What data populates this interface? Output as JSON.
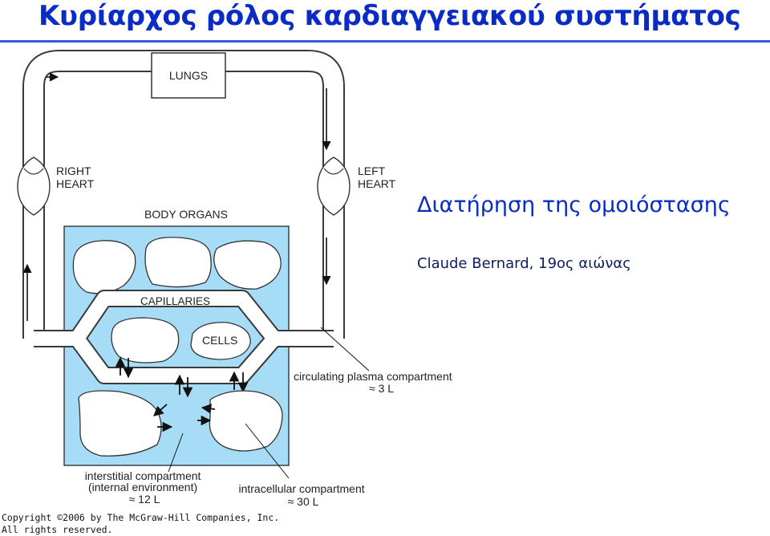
{
  "slide": {
    "title": "Κυρίαρχος ρόλος καρδιαγγειακού συστήματος",
    "subtitle": "Διατήρηση της ομοιόστασης",
    "note": "Claude Bernard, 19ος αιώνας"
  },
  "diagram": {
    "lungs": "LUNGS",
    "right_heart": [
      "RIGHT",
      "HEART"
    ],
    "left_heart": [
      "LEFT",
      "HEART"
    ],
    "body_organs": "BODY ORGANS",
    "capillaries": "CAPILLARIES",
    "cells": "CELLS",
    "plasma": [
      "circulating plasma compartment",
      "≈ 3 L"
    ],
    "interstitial": [
      "interstitial compartment",
      "(internal environment)",
      "≈ 12 L"
    ],
    "intracellular": [
      "intracellular compartment",
      "≈ 30 L"
    ],
    "colors": {
      "fluid": "#a6dcf5",
      "outline": "#3a3a3a",
      "title": "#0a2bc4"
    }
  },
  "copyright": [
    "Copyright ©2006 by The McGraw-Hill Companies, Inc.",
    "All rights reserved."
  ]
}
